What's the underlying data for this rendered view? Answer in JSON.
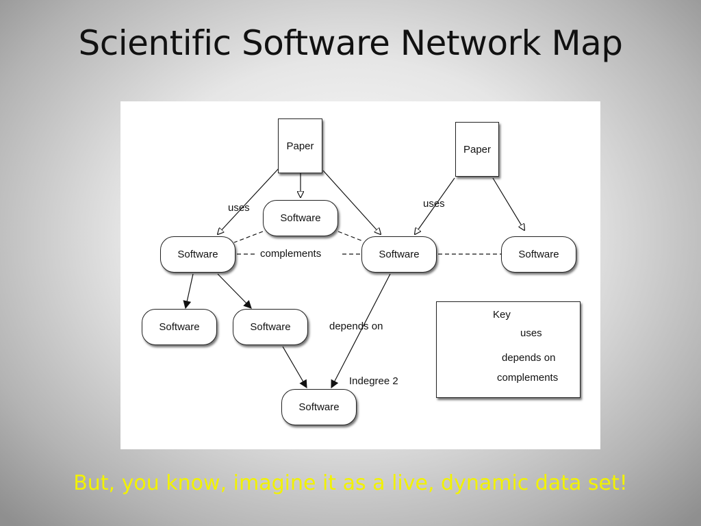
{
  "slide": {
    "title": "Scientific Software Network Map",
    "caption": "But, you know, imagine it as a live, dynamic data set!"
  },
  "diagram": {
    "nodes": {
      "paper_left": "Paper",
      "paper_right": "Paper",
      "software_top": "Software",
      "software_left": "Software",
      "software_center": "Software",
      "software_right": "Software",
      "software_bottom_a": "Software",
      "software_bottom_b": "Software",
      "software_sink": "Software"
    },
    "edge_labels": {
      "uses_left": "uses",
      "uses_right": "uses",
      "complements": "complements",
      "depends_on": "depends on",
      "indegree": "Indegree 2"
    },
    "key": {
      "title": "Key",
      "uses": "uses",
      "depends_on": "depends on",
      "complements": "complements"
    }
  }
}
